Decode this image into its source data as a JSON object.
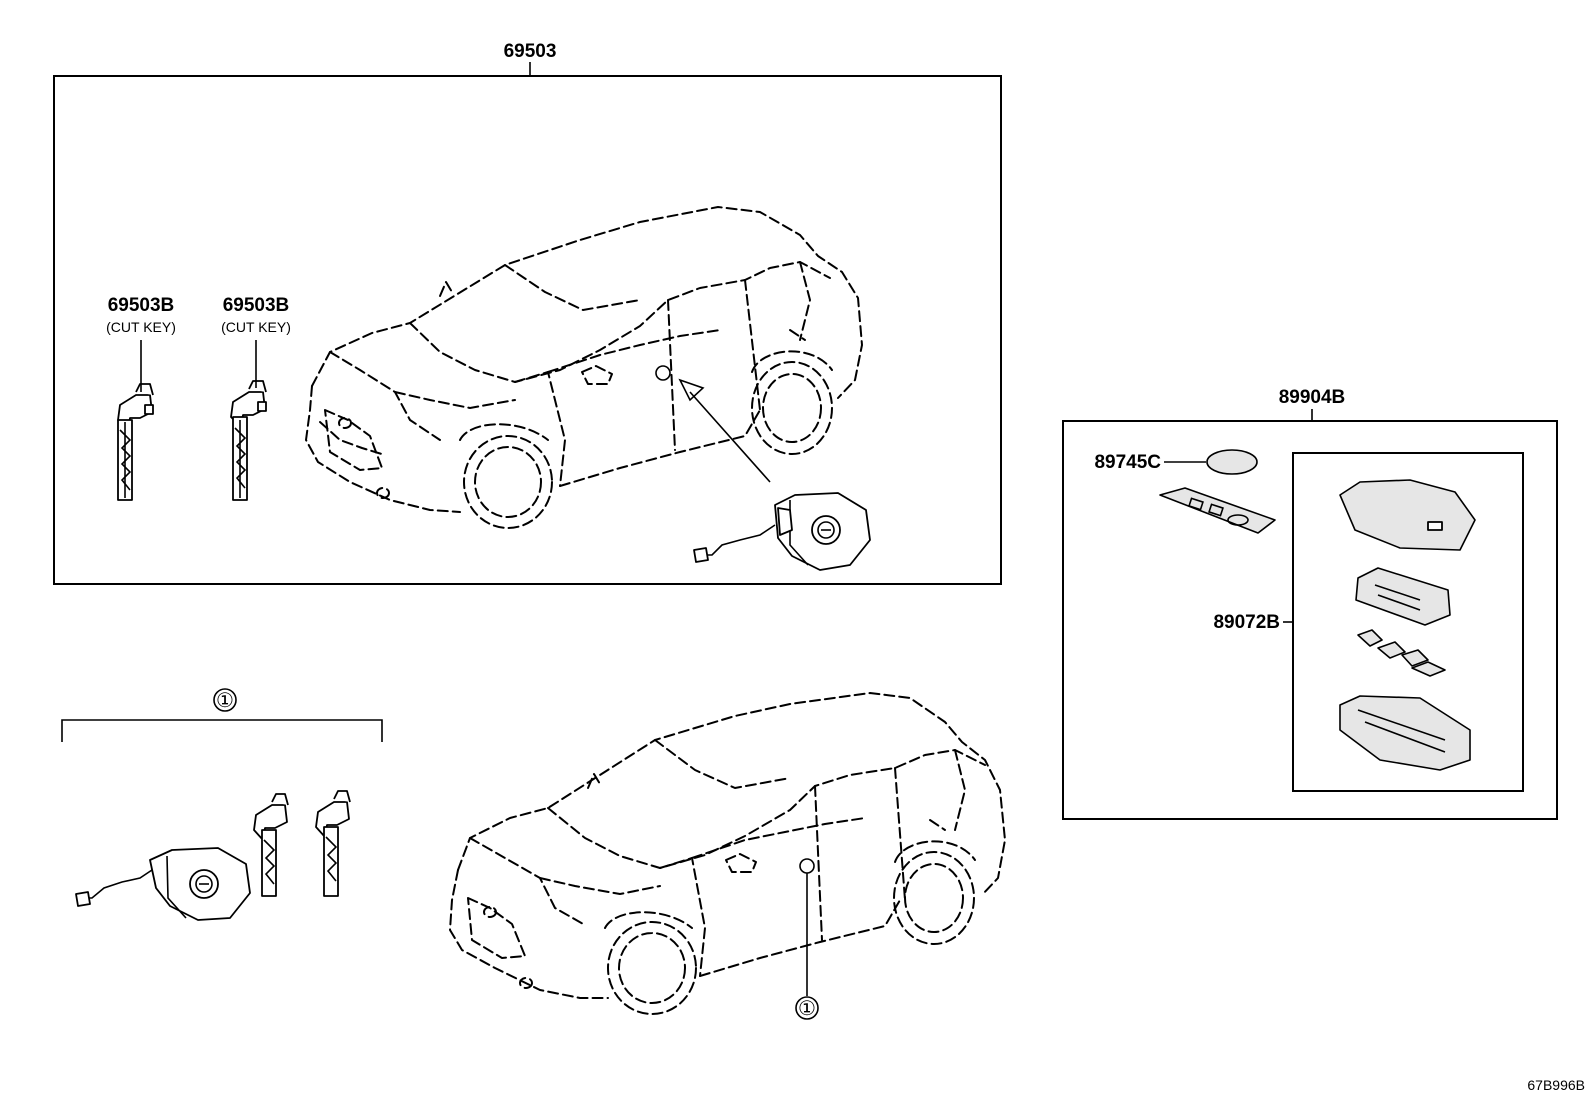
{
  "groups": {
    "main_assembly": {
      "part_number": "69503"
    },
    "key_left": {
      "part_number": "69503B",
      "note": "(CUT KEY)"
    },
    "key_right": {
      "part_number": "69503B",
      "note": "(CUT KEY)"
    },
    "transmitter_assembly": {
      "part_number": "89904B"
    },
    "battery": {
      "part_number": "89745C"
    },
    "transmitter_case": {
      "part_number": "89072B"
    },
    "callout_set": {
      "marker": "①"
    },
    "door_callout": {
      "marker": "①"
    }
  },
  "diagram_code": "67B996B"
}
